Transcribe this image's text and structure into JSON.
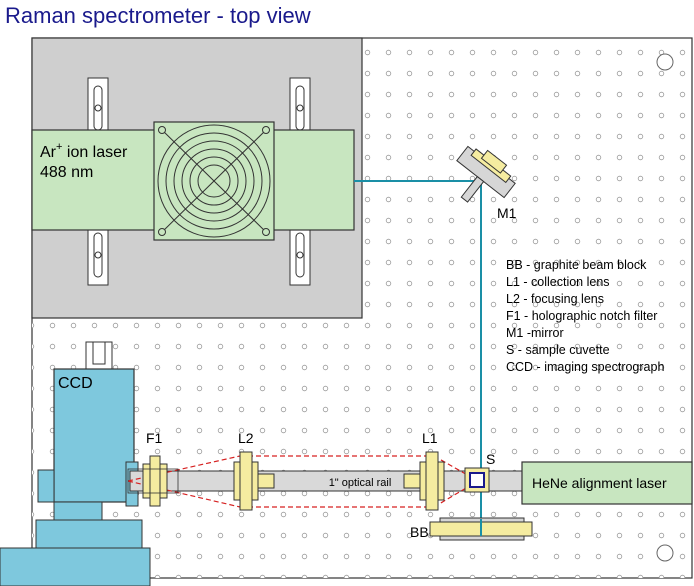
{
  "title": "Raman spectrometer - top view",
  "laser": {
    "name": "Ar",
    "superscript": "+",
    "suffix": " ion laser",
    "wavelength": "488 nm"
  },
  "components": {
    "m1": "M1",
    "ccd": "CCD",
    "f1": "F1",
    "l2": "L2",
    "l1": "L1",
    "s": "S",
    "bb": "BB",
    "rail": "1\" optical rail",
    "hene": "HeNe alignment laser"
  },
  "legend": [
    "BB - graphite beam block",
    "L1 - collection lens",
    "L2 - focusing lens",
    "F1 - holographic notch filter",
    "M1 -mirror",
    "S - sample cuvette",
    "CCD - imaging spectrograph"
  ],
  "colors": {
    "title": "#1a1a8c",
    "beam": "#1a8fa6",
    "component_green": "#c8e6c0",
    "ccd_blue": "#7ec8dd",
    "lens_yellow": "#f5eca0",
    "scatter_red": "#d62020",
    "table_gray": "#cfcfcf",
    "rail_gray": "#d9d9d9"
  }
}
